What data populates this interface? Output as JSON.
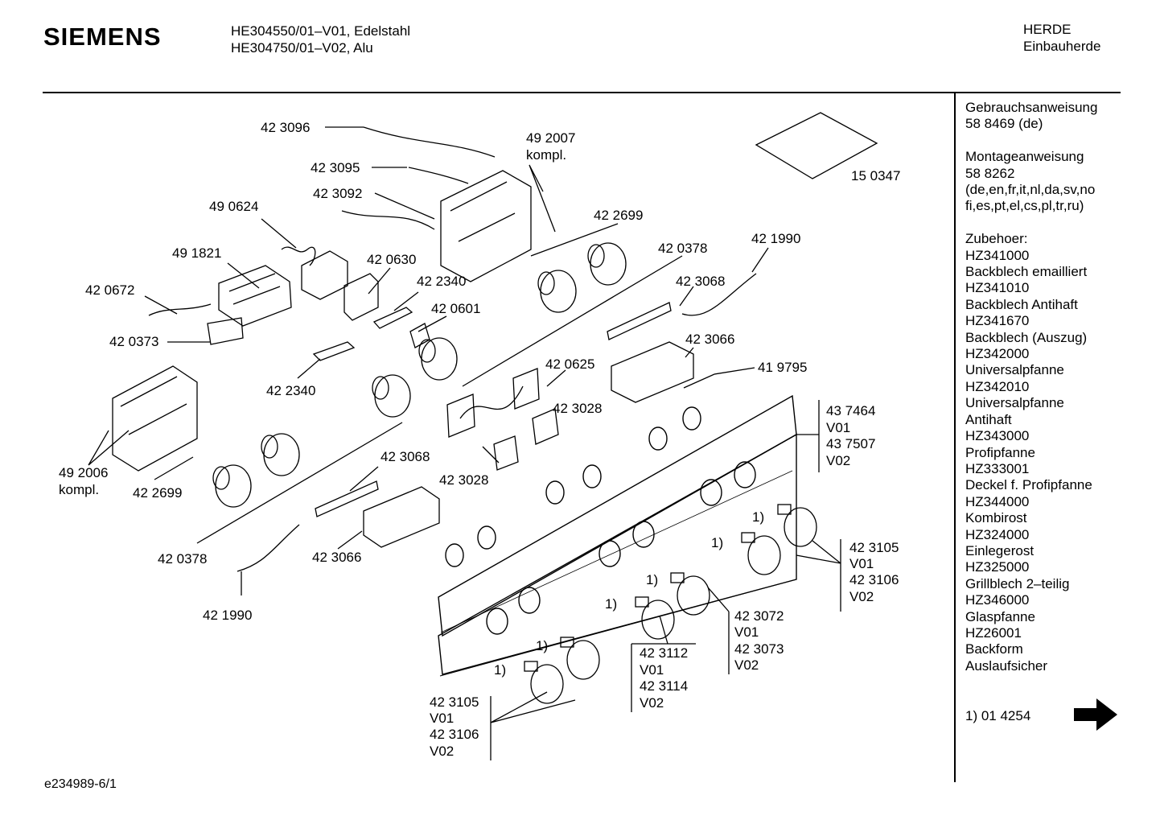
{
  "header": {
    "brand": "SIEMENS",
    "models": [
      "HE304550/01–V01, Edelstahl",
      "HE304750/01–V02, Alu"
    ],
    "category": [
      "HERDE",
      "Einbauherde"
    ]
  },
  "sidebar": {
    "lines": [
      "Gebrauchsanweisung",
      "58 8469 (de)",
      "",
      "Montageanweisung",
      "58 8262",
      "(de,en,fr,it,nl,da,sv,no",
      "fi,es,pt,el,cs,pl,tr,ru)",
      "",
      "Zubehoer:",
      "HZ341000",
      "Backblech emailliert",
      "HZ341010",
      "Backblech Antihaft",
      "HZ341670",
      "Backblech (Auszug)",
      "HZ342000",
      "Universalpfanne",
      "HZ342010",
      "Universalpfanne",
      "Antihaft",
      "HZ343000",
      "Profipfanne",
      "HZ333001",
      "Deckel f. Profipfanne",
      "HZ344000",
      "Kombirost",
      "HZ324000",
      "Einlegerost",
      "HZ325000",
      "Grillblech 2–teilig",
      "HZ346000",
      "Glaspfanne",
      "HZ26001",
      "Backform",
      "Auslaufsicher"
    ],
    "footnote": "1) 01 4254"
  },
  "document_id": "e234989-6/1",
  "part_labels": [
    {
      "id": "p1",
      "text": "42 3096"
    },
    {
      "id": "p2",
      "text": "42 3095"
    },
    {
      "id": "p3",
      "text": "42 3092"
    },
    {
      "id": "p4",
      "text": "49 2007"
    },
    {
      "id": "p5",
      "text": "kompl."
    },
    {
      "id": "p6",
      "text": "15 0347"
    },
    {
      "id": "p7",
      "text": "49 0624"
    },
    {
      "id": "p8",
      "text": "42 2699"
    },
    {
      "id": "p9",
      "text": "49 1821"
    },
    {
      "id": "p10",
      "text": "42 0630"
    },
    {
      "id": "p11",
      "text": "42 0378"
    },
    {
      "id": "p12",
      "text": "42 1990"
    },
    {
      "id": "p13",
      "text": "42 0672"
    },
    {
      "id": "p14",
      "text": "42 2340"
    },
    {
      "id": "p15",
      "text": "42 3068"
    },
    {
      "id": "p16",
      "text": "42 0601"
    },
    {
      "id": "p17",
      "text": "42 0373"
    },
    {
      "id": "p18",
      "text": "42 3066"
    },
    {
      "id": "p19",
      "text": "42 2340"
    },
    {
      "id": "p20",
      "text": "42 0625"
    },
    {
      "id": "p21",
      "text": "41 9795"
    },
    {
      "id": "p22",
      "text": "42 3028"
    },
    {
      "id": "p23",
      "text": "43 7464"
    },
    {
      "id": "p24",
      "text": "V01"
    },
    {
      "id": "p25",
      "text": "43 7507"
    },
    {
      "id": "p26",
      "text": "V02"
    },
    {
      "id": "p27",
      "text": "49 2006"
    },
    {
      "id": "p28",
      "text": "kompl."
    },
    {
      "id": "p29",
      "text": "42 2699"
    },
    {
      "id": "p30",
      "text": "42 3068"
    },
    {
      "id": "p31",
      "text": "42 3028"
    },
    {
      "id": "p32",
      "text": "42 0378"
    },
    {
      "id": "p33",
      "text": "42 3066"
    },
    {
      "id": "p34",
      "text": "42 1990"
    },
    {
      "id": "p35",
      "text": "42 3105"
    },
    {
      "id": "p36",
      "text": "V01"
    },
    {
      "id": "p37",
      "text": "42 3106"
    },
    {
      "id": "p38",
      "text": "V02"
    },
    {
      "id": "p39",
      "text": "42 3072"
    },
    {
      "id": "p40",
      "text": "V01"
    },
    {
      "id": "p41",
      "text": "42 3073"
    },
    {
      "id": "p42",
      "text": "V02"
    },
    {
      "id": "p43",
      "text": "42 3112"
    },
    {
      "id": "p44",
      "text": "V01"
    },
    {
      "id": "p45",
      "text": "42 3114"
    },
    {
      "id": "p46",
      "text": "V02"
    },
    {
      "id": "p47",
      "text": "42 3105"
    },
    {
      "id": "p48",
      "text": "V01"
    },
    {
      "id": "p49",
      "text": "42 3106"
    },
    {
      "id": "p50",
      "text": "V02"
    },
    {
      "id": "p51",
      "text": "1)"
    },
    {
      "id": "p52",
      "text": "1)"
    },
    {
      "id": "p53",
      "text": "1)"
    },
    {
      "id": "p54",
      "text": "1)"
    },
    {
      "id": "p55",
      "text": "1)"
    },
    {
      "id": "p56",
      "text": "1)"
    }
  ]
}
